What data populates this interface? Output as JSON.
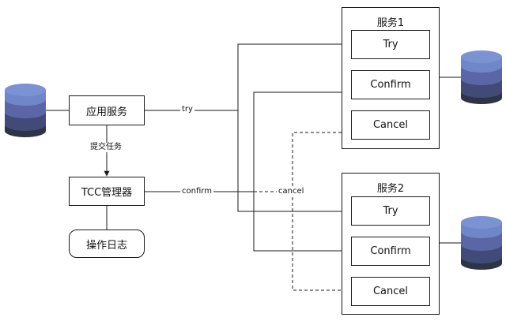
{
  "app": {
    "label": "应用服务",
    "submit_label": "提交任务",
    "try_label": "try"
  },
  "tcc": {
    "label": "TCC管理器",
    "confirm_label": "confirm",
    "cancel_label": "cancel"
  },
  "log": {
    "label": "操作日志"
  },
  "services": [
    {
      "title": "服务1",
      "try": "Try",
      "confirm": "Confirm",
      "cancel": "Cancel"
    },
    {
      "title": "服务2",
      "try": "Try",
      "confirm": "Confirm",
      "cancel": "Cancel"
    }
  ],
  "colors": {
    "db_top": "#6f86c8",
    "db_mid1": "#5a66a6",
    "db_mid2": "#424a78",
    "db_bottom": "#2d3446",
    "line": "#1a1a1a"
  }
}
